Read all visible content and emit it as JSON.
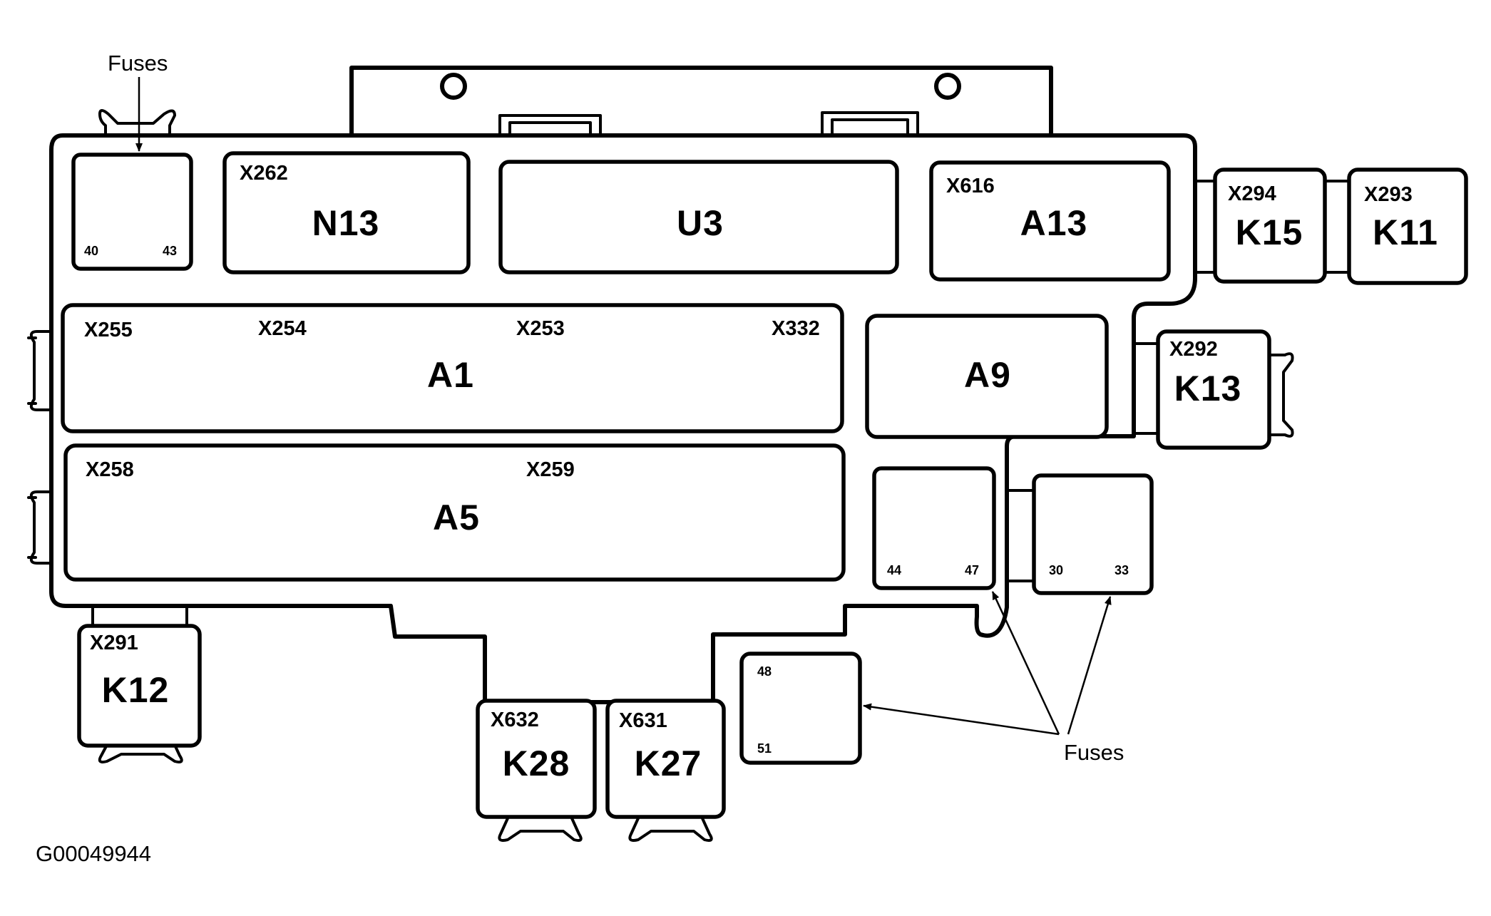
{
  "callouts": {
    "fuses_top": "Fuses",
    "fuses_bottom": "Fuses"
  },
  "figure_code": "G00049944",
  "components": {
    "N13": {
      "connector": "X262",
      "label": "N13"
    },
    "U3": {
      "label": "U3"
    },
    "A13": {
      "connector": "X616",
      "label": "A13"
    },
    "K15": {
      "connector": "X294",
      "label": "K15"
    },
    "K11": {
      "connector": "X293",
      "label": "K11"
    },
    "A1": {
      "connectors": [
        "X255",
        "X254",
        "X253",
        "X332"
      ],
      "label": "A1"
    },
    "A9": {
      "label": "A9"
    },
    "K13": {
      "connector": "X292",
      "label": "K13"
    },
    "A5": {
      "connectors": [
        "X258",
        "X259"
      ],
      "label": "A5"
    },
    "K12": {
      "connector": "X291",
      "label": "K12"
    },
    "K28": {
      "connector": "X632",
      "label": "K28"
    },
    "K27": {
      "connector": "X631",
      "label": "K27"
    }
  },
  "fuse_blocks": {
    "fuses_40_43": {
      "start": "40",
      "end": "43"
    },
    "fuses_44_47": {
      "start": "44",
      "end": "47"
    },
    "fuses_30_33": {
      "start": "30",
      "end": "33"
    },
    "fuses_48_51": {
      "start": "48",
      "end": "51"
    }
  }
}
